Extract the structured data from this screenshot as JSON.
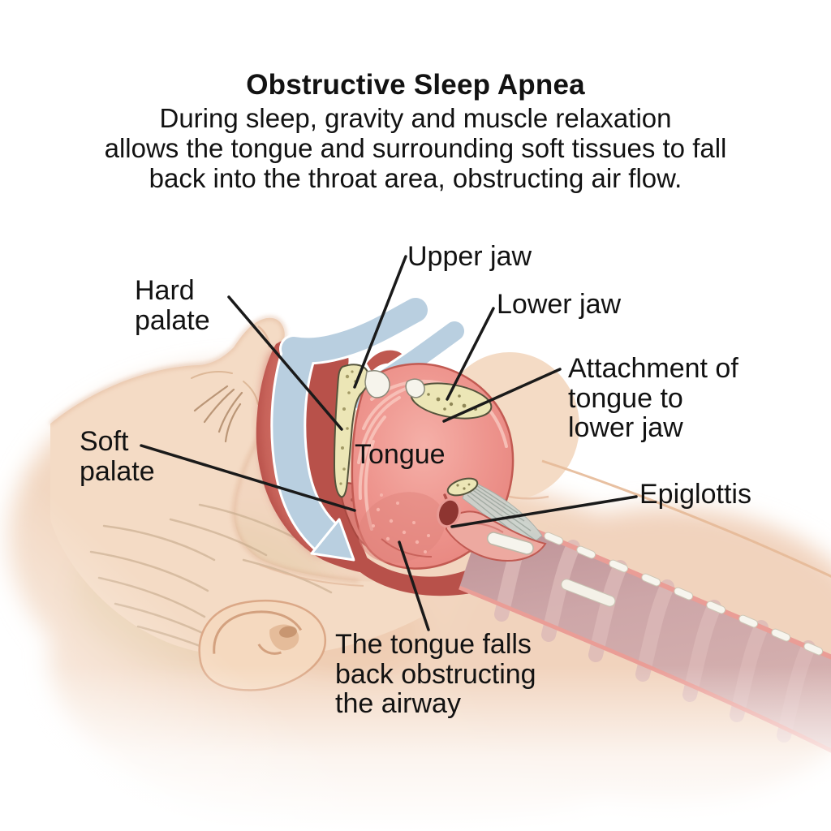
{
  "title": "Obstructive Sleep Apnea",
  "subtitle": "During sleep, gravity and muscle relaxation\nallows the tongue and surrounding soft tissues to fall\nback into the throat area, obstructing air flow.",
  "labels": {
    "upper_jaw": "Upper jaw",
    "hard_palate": "Hard\npalate",
    "lower_jaw": "Lower jaw",
    "attachment_tongue_lower_jaw": "Attachment of\ntongue to\nlower jaw",
    "soft_palate": "Soft\npalate",
    "tongue": "Tongue",
    "epiglottis": "Epiglottis",
    "tongue_falls_back": "The tongue falls\nback obstructing\nthe airway"
  },
  "colors": {
    "background": "#ffffff",
    "text": "#121212",
    "leader_line": "#1a1a1a",
    "skin": "#f4dbc5",
    "skin_shadow": "#dcab8c",
    "cavity_red": "#b8514a",
    "cavity_red_light": "#cf6c62",
    "tongue_pink": "#ee958e",
    "tongue_streak": "#f8c4bb",
    "soft_palate_pink": "#db7d75",
    "bone_yellow": "#ece6b6",
    "bone_outline": "#55543c",
    "airflow_blue": "#b9cfe0",
    "trachea_mauve": "#c9a2a5",
    "trachea_ring": "#dcb9b8",
    "cartilage_white": "#f6f4ed",
    "ligament_gray": "#ccd3cd"
  }
}
